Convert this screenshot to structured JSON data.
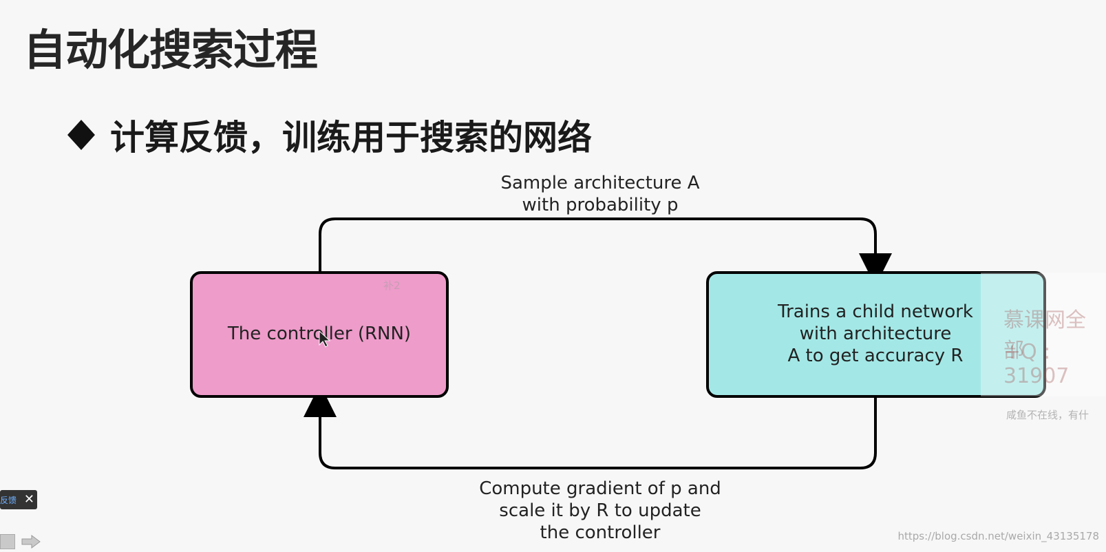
{
  "slide": {
    "title": "自动化搜索过程",
    "bullet": {
      "icon": "diamond-bullet",
      "text": "计算反馈，训练用于搜索的网络"
    }
  },
  "diagram": {
    "nodes": {
      "controller": {
        "label": "The controller (RNN)",
        "fill": "#ee9cca"
      },
      "child": {
        "label_lines": [
          "Trains a child network",
          "with architecture",
          "A to get accuracy R"
        ],
        "fill": "#a3e8e6"
      }
    },
    "edges": {
      "top": {
        "label_lines": [
          "Sample architecture A",
          "with probability p"
        ]
      },
      "bottom": {
        "label_lines": [
          "Compute gradient of p and",
          "scale it by R to update",
          "the controller"
        ]
      }
    }
  },
  "overlay": {
    "faint_text_1": "慕课网全部",
    "faint_text_2": "+Q : 31907",
    "faint_text_3": "咸鱼不在线，有什",
    "faint_text_4": "补2"
  },
  "feedback": {
    "label": "反馈",
    "close_icon": "close-icon"
  },
  "toolbar": {
    "icons": [
      "list-icon",
      "forward-arrow-icon"
    ]
  },
  "watermark": "https://blog.csdn.net/weixin_43135178"
}
